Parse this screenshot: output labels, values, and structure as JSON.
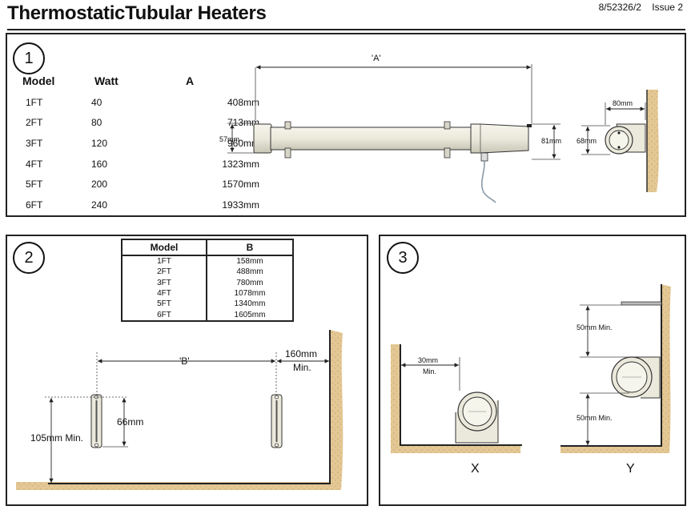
{
  "document": {
    "title": "ThermostaticTubular Heaters",
    "ref_number": "8/52326/2",
    "issue": "Issue 2"
  },
  "section1": {
    "number": "1",
    "table": {
      "headers": [
        "Model",
        "Watt",
        "A"
      ],
      "rows": [
        [
          "1FT",
          "40",
          "408mm"
        ],
        [
          "2FT",
          "80",
          "713mm"
        ],
        [
          "3FT",
          "120",
          "960mm"
        ],
        [
          "4FT",
          "160",
          "1323mm"
        ],
        [
          "5FT",
          "200",
          "1570mm"
        ],
        [
          "6FT",
          "240",
          "1933mm"
        ]
      ]
    },
    "dim_a": "'A'",
    "dim_57": "57mm",
    "dim_81": "81mm",
    "dim_80": "80mm",
    "dim_68": "68mm"
  },
  "section2": {
    "number": "2",
    "table": {
      "headers": [
        "Model",
        "B"
      ],
      "rows": [
        [
          "1FT",
          "158mm"
        ],
        [
          "2FT",
          "488mm"
        ],
        [
          "3FT",
          "780mm"
        ],
        [
          "4FT",
          "1078mm"
        ],
        [
          "5FT",
          "1340mm"
        ],
        [
          "6FT",
          "1605mm"
        ]
      ]
    },
    "dim_b": "'B'",
    "dim_160_line1": "160mm",
    "dim_160_line2": "Min.",
    "dim_105": "105mm Min.",
    "dim_66": "66mm"
  },
  "section3": {
    "number": "3",
    "dim_30_line1": "30mm",
    "dim_30_line2": "Min.",
    "dim_50_top": "50mm Min.",
    "dim_50_bottom": "50mm Min.",
    "label_x": "X",
    "label_y": "Y"
  },
  "colors": {
    "wall_fill": "#e3c794",
    "wall_dots": "#c9a66a",
    "heater_body": "#ebe9db",
    "heater_shade": "#c8c6b6",
    "outline": "#222222"
  }
}
